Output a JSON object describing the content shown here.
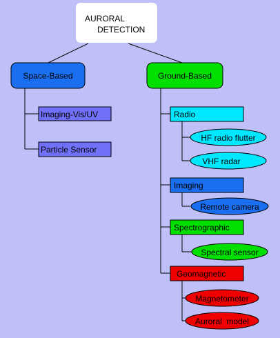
{
  "root": {
    "line1": "AURORAL",
    "line2": "DETECTION",
    "fill": "#ffffff"
  },
  "branches": {
    "space": {
      "label": "Space-Based",
      "fill": "#1a6ff0",
      "children": [
        {
          "label": "Imaging-Vis/UV",
          "fill": "#7070f8"
        },
        {
          "label": "Particle Sensor",
          "fill": "#7070f8"
        }
      ]
    },
    "ground": {
      "label": "Ground-Based",
      "fill": "#00e000",
      "children": [
        {
          "label": "Radio",
          "fill": "#00e8ff",
          "leaves": [
            {
              "label": "HF radio flutter",
              "fill": "#00e8ff"
            },
            {
              "label": "VHF radar",
              "fill": "#00e8ff"
            }
          ]
        },
        {
          "label": "Imaging",
          "fill": "#1a6ff0",
          "leaves": [
            {
              "label": "Remote camera",
              "fill": "#1a6ff0"
            }
          ]
        },
        {
          "label": "Spectrographic",
          "fill": "#00e000",
          "leaves": [
            {
              "label": "Spectral sensor",
              "fill": "#00e000"
            }
          ]
        },
        {
          "label": "Geomagnetic",
          "fill": "#f00000",
          "leaves": [
            {
              "label": "Magnetometer",
              "fill": "#f00000"
            },
            {
              "label": "Auroral  model",
              "fill": "#f00000"
            }
          ]
        }
      ]
    }
  }
}
